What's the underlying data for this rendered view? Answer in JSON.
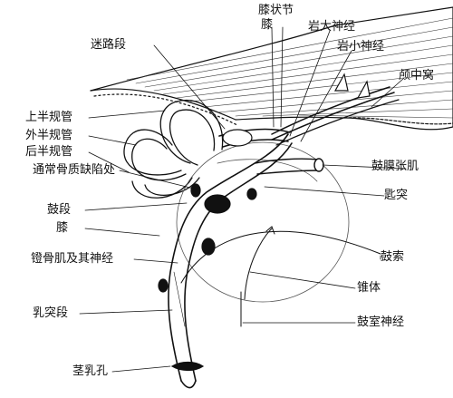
{
  "labels": {
    "geniculate_ganglion": "膝状节",
    "genu_top": "膝",
    "greater_petrosal": "岩大神经",
    "lesser_petrosal": "岩小神经",
    "middle_cranial_fossa": "颅中窝",
    "labyrinthine_segment": "迷路段",
    "superior_canal": "上半规管",
    "lateral_canal": "外半规管",
    "posterior_canal": "后半规管",
    "bone_dehiscence": "通常骨质缺陷处",
    "tympanic_segment": "鼓段",
    "genu_lower": "膝",
    "stapedius_nerve": "镫骨肌及其神经",
    "mastoid_segment": "乳突段",
    "stylomastoid_foramen": "茎乳孔",
    "tensor_tympani": "鼓膜张肌",
    "cochleariform_process": "匙突",
    "chorda_tympani": "鼓索",
    "pyramidal_eminence": "锥体",
    "tympanic_nerve": "鼓室神经"
  }
}
